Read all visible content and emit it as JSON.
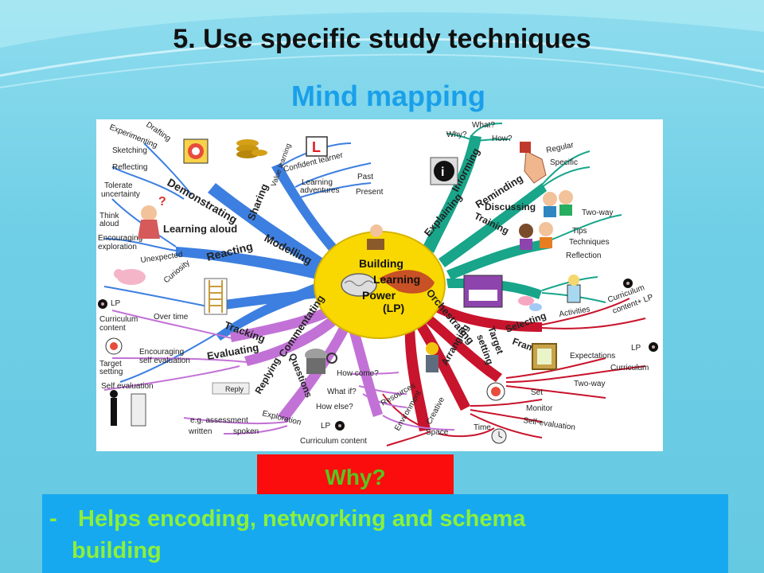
{
  "slide": {
    "title": "5. Use specific study techniques",
    "subtitle": "Mind mapping",
    "why_label": "Why?",
    "bullet_marker": "-",
    "bullet_line1": "Helps encoding, networking and schema",
    "bullet_line2": "building"
  },
  "mindmap": {
    "center_line1": "Building",
    "center_line2": "Learning",
    "center_line3": "Power",
    "center_line4": "(LP)",
    "blue_branches": {
      "demonstrating": "Demonstrating",
      "sharing": "Sharing",
      "learning_aloud": "Learning aloud",
      "reacting": "Reacting",
      "modelling": "Modelling",
      "value_learning": "Value learning",
      "confident_learner": "Confident learner",
      "learning_adventures_1": "Learning",
      "learning_adventures_2": "adventures",
      "past": "Past",
      "present": "Present",
      "drafting": "Drafting",
      "experimenting": "Experimenting",
      "sketching": "Sketching",
      "reflecting": "Reflecting",
      "tolerate_1": "Tolerate",
      "tolerate_2": "uncertainty",
      "think_1": "Think",
      "think_2": "aloud",
      "encouraging_1": "Encouraging",
      "encouraging_2": "exploration",
      "unexpected": "Unexpected",
      "curiosity": "Curiosity"
    },
    "green_branches": {
      "explaining": "Explaining",
      "informing": "Informing",
      "reminding": "Reminding",
      "discussing": "Discussing",
      "training": "Training",
      "what": "What?",
      "why": "Why?",
      "how": "How?",
      "regular": "Regular",
      "specific": "Specific",
      "two_way": "Two-way",
      "tips": "Tips",
      "techniques": "Techniques",
      "reflection": "Reflection"
    },
    "purple_branches": {
      "tracking": "Tracking",
      "evaluating": "Evaluating",
      "replying": "Replying",
      "commentating": "Commentating",
      "questions": "Questions",
      "lp": "LP",
      "curriculum_content_1": "Curriculum",
      "curriculum_content_2": "content",
      "over_time": "Over time",
      "encouraging_self_1": "Encouraging",
      "encouraging_self_2": "self evaluation",
      "target_1": "Target",
      "target_2": "setting",
      "self_evaluation": "Self evaluation",
      "reply_button": "Reply",
      "how_come": "How come?",
      "what_if": "What if?",
      "how_else": "How else?",
      "exploration": "Exploration",
      "eg_assessment": "e.g. assessment",
      "written": "written",
      "spoken": "spoken",
      "lp2": "LP",
      "curriculum_content": "Curriculum content"
    },
    "red_branches": {
      "orchestrating": "Orchestrating",
      "selecting": "Selecting",
      "framing": "Framing",
      "target_setting_1": "Target",
      "target_setting_2": "setting",
      "arranging": "Arranging",
      "activities": "Activities",
      "curriculum_lp_1": "Curriculum",
      "curriculum_lp_2": "content+ LP",
      "expectations": "Expectations",
      "lp": "LP",
      "curriculum": "Curriculum",
      "two_way": "Two-way",
      "set": "Set",
      "monitor": "Monitor",
      "self_evaluation": "Self-evaluation",
      "resources": "Resources",
      "environment": "Environment",
      "creative": "Creative",
      "space": "Space",
      "time": "Time"
    },
    "icons": {
      "l_plate": "L"
    }
  }
}
